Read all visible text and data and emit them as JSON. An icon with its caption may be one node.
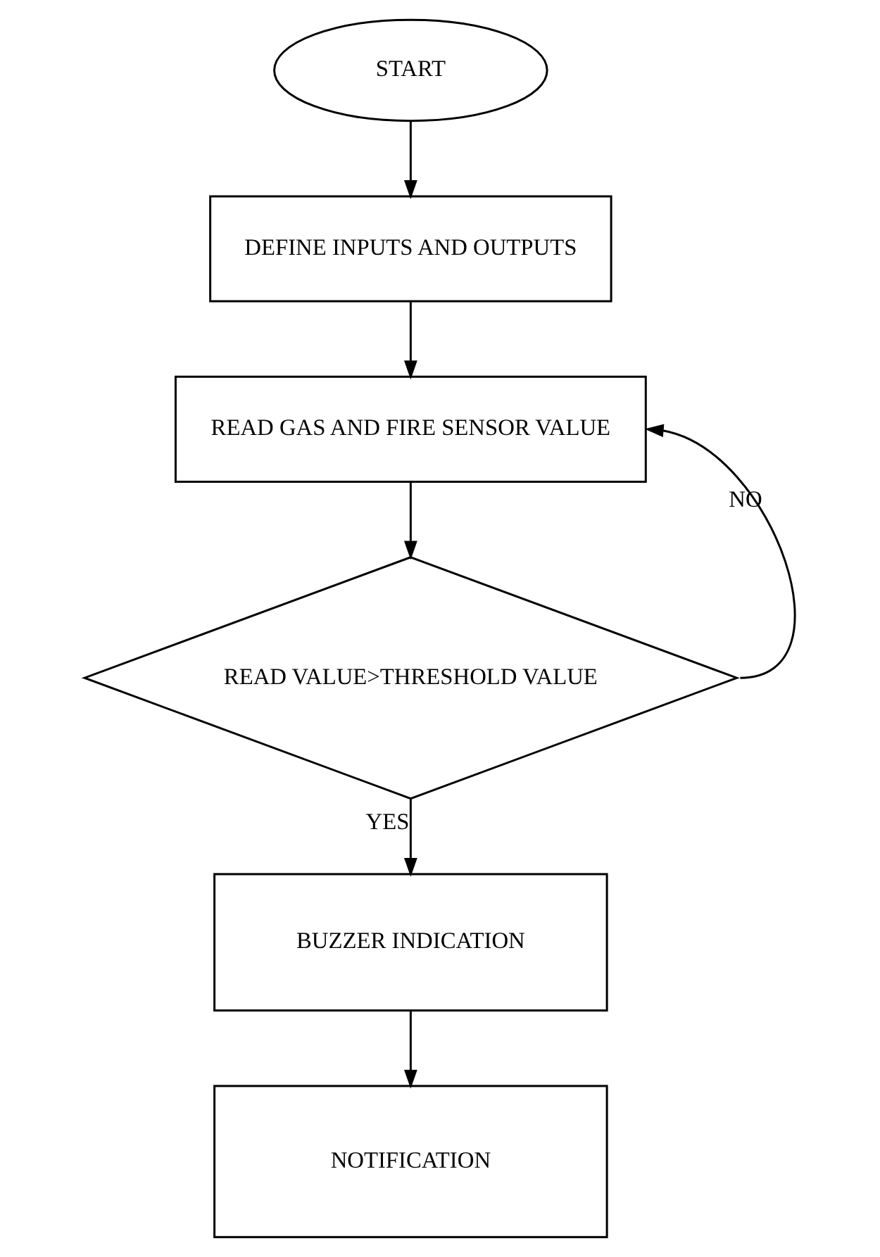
{
  "diagram": {
    "nodes": [
      {
        "text": [
          "START"
        ]
      },
      {
        "text": [
          "DEFINE INPUTS AND OUTPUTS"
        ]
      },
      {
        "text": [
          "READ GAS AND FIRE SENSOR VALUE"
        ]
      },
      {
        "text": [
          "READ VALUE>THRESHOLD VALUE"
        ]
      },
      {
        "text": [
          "BUZZER INDICATION"
        ]
      },
      {
        "text": [
          "NOTIFICATION"
        ]
      }
    ],
    "edges": [
      {
        "from": 0,
        "to": 1,
        "arrow": "to"
      },
      {
        "from": 1,
        "to": 2,
        "arrow": "to"
      },
      {
        "from": 2,
        "to": 3,
        "arrow": "to"
      },
      {
        "from": 3,
        "to": 4,
        "arrow": "to",
        "label": "YES"
      },
      {
        "from": 4,
        "to": 5,
        "arrow": "to"
      },
      {
        "from": 3,
        "to": 2,
        "arrow": "to",
        "label": "NO"
      }
    ]
  }
}
